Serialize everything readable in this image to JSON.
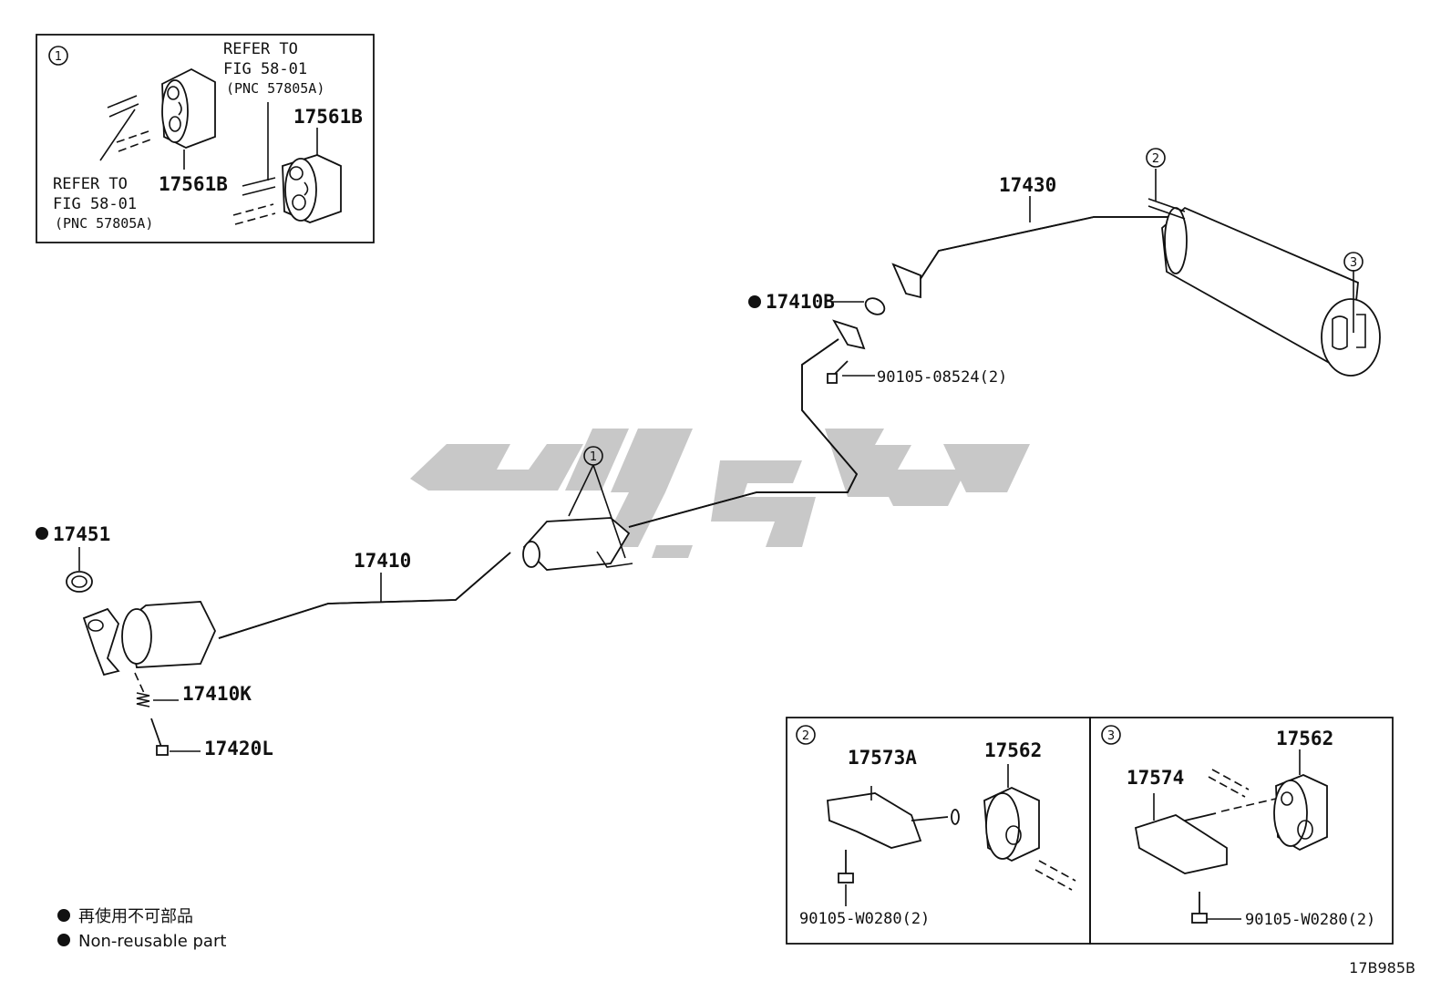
{
  "callouts": {
    "c1": "1",
    "c2": "2",
    "c3": "3"
  },
  "inset1": {
    "refer_to_a": "REFER TO",
    "fig_a": "FIG 58-01",
    "pnc_a": "(PNC 57805A)",
    "refer_to_b": "REFER TO",
    "fig_b": "FIG 58-01",
    "pnc_b": "(PNC 57805A)",
    "part_a": "17561B",
    "part_b": "17561B"
  },
  "main": {
    "p17430": "17430",
    "p17410b": "17410B",
    "p90105_08524": "90105-08524(2)",
    "p17451": "17451",
    "p17410": "17410",
    "p17410k": "17410K",
    "p17420l": "17420L"
  },
  "inset2": {
    "p17573a": "17573A",
    "p17562": "17562",
    "bolt": "90105-W0280(2)"
  },
  "inset3": {
    "p17574": "17574",
    "p17562": "17562",
    "bolt": "90105-W0280(2)"
  },
  "legend": {
    "jp": "再使用不可部品",
    "en": "Non-reusable part"
  },
  "figure_code": "17B985B"
}
